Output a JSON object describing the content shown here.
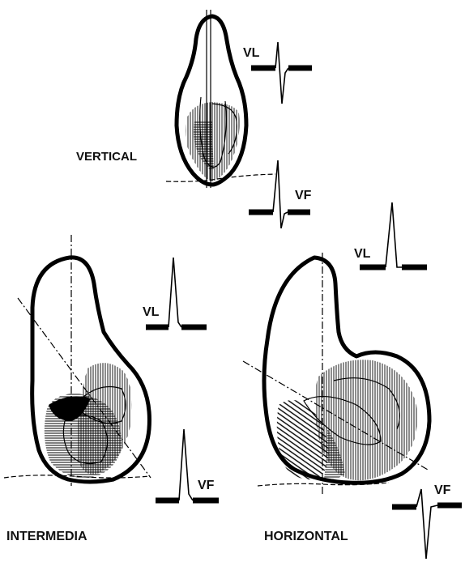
{
  "panels": {
    "vertical": {
      "name": "VERTICAL",
      "lead_top": "VL",
      "lead_bottom": "VF"
    },
    "intermedia": {
      "name": "INTERMEDIA",
      "lead_top": "VL",
      "lead_bottom": "VF"
    },
    "horizontal": {
      "name": "HORIZONTAL",
      "lead_top": "VL",
      "lead_bottom": "VF"
    }
  }
}
